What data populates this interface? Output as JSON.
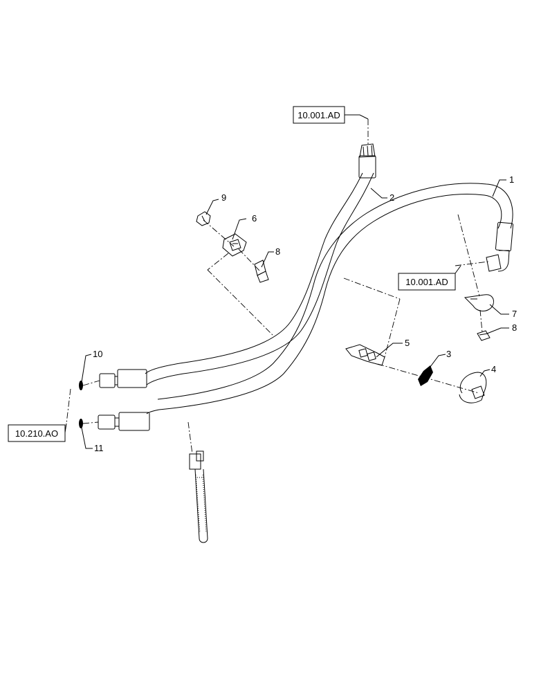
{
  "references": {
    "ref_top": "10.001.AD",
    "ref_right": "10.001.AD",
    "ref_left": "10.210.AO"
  },
  "parts": {
    "p1": "1",
    "p2": "2",
    "p3": "3",
    "p4": "4",
    "p5": "5",
    "p6": "6",
    "p7": "7",
    "p8a": "8",
    "p8b": "8",
    "p9": "9",
    "p10": "10",
    "p11": "11"
  }
}
